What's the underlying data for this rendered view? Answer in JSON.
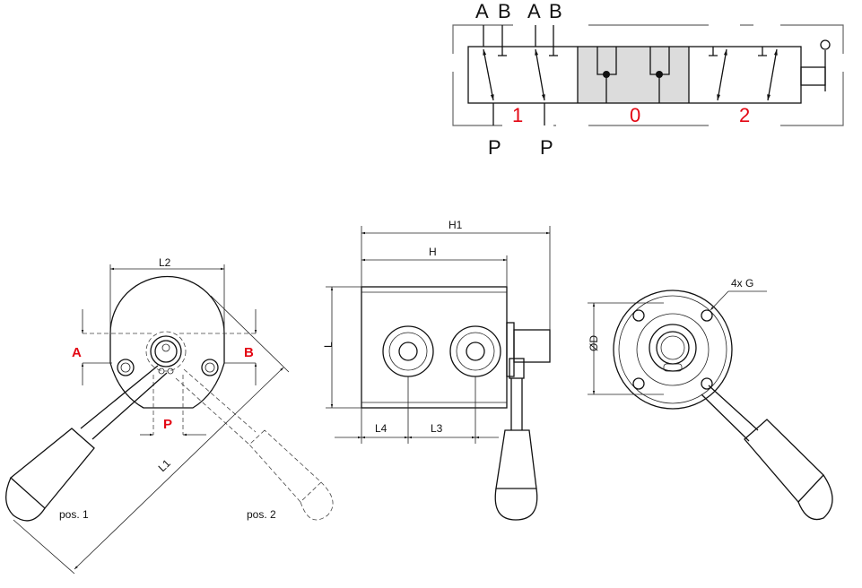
{
  "symbol": {
    "ports_top": [
      "A",
      "B",
      "A",
      "B"
    ],
    "ports_bottom": [
      "P",
      "P"
    ],
    "positions": [
      "1",
      "0",
      "2"
    ]
  },
  "front_view": {
    "dim_width": "L2",
    "port_a": "A",
    "port_b": "B",
    "port_p": "P",
    "dim_lever": "L1",
    "pos1": "pos. 1",
    "pos2": "pos. 2"
  },
  "side_view": {
    "dim_h1": "H1",
    "dim_h": "H",
    "dim_l": "L",
    "dim_l4": "L4",
    "dim_l3": "L3"
  },
  "rear_view": {
    "holes": "4x G",
    "diameter": "ØD"
  },
  "colors": {
    "accent": "#e30613",
    "fill_gray": "#dcdcdc"
  }
}
